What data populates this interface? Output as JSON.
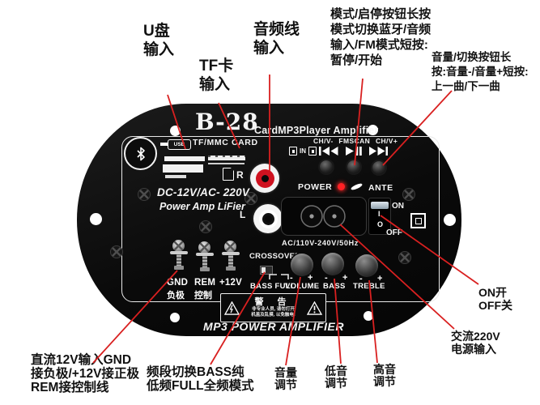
{
  "colors": {
    "panel_bg": "#0d0d0d",
    "pointer_line_red": "#d92020",
    "rca_red": "#cf1220",
    "led_red": "#ff2024",
    "label_text": "#111111",
    "panel_text": "#f5f5f5"
  },
  "panel": {
    "model": "B-28",
    "title_rest": "CardMP3Player Amplifier",
    "usb_tag": "USB",
    "tf_mmc": "TF/MMC CARD",
    "r_jack": "R",
    "l_jack": "L",
    "dc_line1": "DC-12V/AC- 220V",
    "dc_line2": "Power Amp LiFier",
    "ch_row": "CH/V- FMSCAN CH/V+",
    "in_label": "IN",
    "power_label": "POWER",
    "ante_label": "ANTE",
    "rocker_on_mark": "I",
    "rocker_off_mark": "O",
    "on_label": "ON",
    "off_label": "OFF",
    "ac_spec": "AC/110V-240V/50Hz",
    "crossover": "CROSSOVER",
    "bass_full": "BASS FULL",
    "minus": "-",
    "plus": "+",
    "knob_labels": [
      "VOLUME",
      "BASS",
      "TREBLE"
    ],
    "terminals": {
      "gnd_en": "GND",
      "gnd_cn": "负极",
      "rem_en": "REM",
      "rem_cn": "控制",
      "v12": "+12V"
    },
    "warning": {
      "title": "警  告",
      "line1": "非专业人员, 请勿打开",
      "line2": "机盖及乱摸, 以免触电!"
    },
    "footer": "MP3 POWER AMPLIFIER"
  },
  "annotations": {
    "usb": [
      "U盘",
      "输入"
    ],
    "tf": [
      "TF卡",
      "输入"
    ],
    "audio": [
      "音频线",
      "输入"
    ],
    "mode": [
      "模式/启停按钮长按",
      "模式切换蓝牙/音频",
      "输入/FM模式短按:",
      "暂停/开始"
    ],
    "volbtn": [
      "音量/切换按钮长",
      "按:音量-/音量+短按:",
      "上一曲/下一曲"
    ],
    "onoff": [
      "ON开",
      "OFF关"
    ],
    "acin": [
      "交流220V",
      "电源输入"
    ],
    "dc": [
      "直流12V输入GND",
      "接负极/+12V接正极",
      "REM接控制线"
    ],
    "freq": [
      "频段切换BASS纯",
      "低频FULL全频模式"
    ],
    "voladj": [
      "音量",
      "调节"
    ],
    "bassadj": [
      "低音",
      "调节"
    ],
    "trebleadj": [
      "高音",
      "调节"
    ]
  }
}
